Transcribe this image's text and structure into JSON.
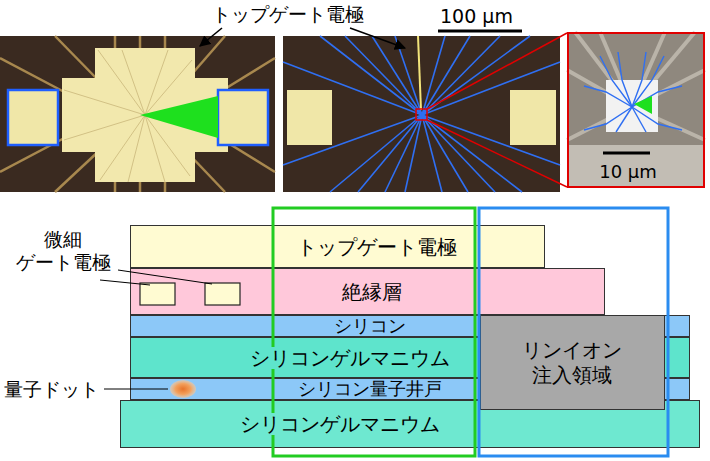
{
  "diagram": {
    "nodes": [
      {
        "text": [
          "10 μm"
        ]
      },
      {
        "text": [
          "トップゲート電極"
        ]
      },
      {
        "text": [
          "絶縁層"
        ]
      },
      {
        "text": [
          "シリコン"
        ]
      },
      {
        "text": [
          "シリコンゲルマニウム"
        ]
      },
      {
        "text": [
          "シリコン量子井戸"
        ]
      },
      {
        "text": [
          "シリコンゲルマニウム"
        ]
      },
      {
        "text": [
          "リンイオン 注入領域"
        ]
      }
    ],
    "labels": [
      "トップゲート電極",
      "100 μm",
      "微細 ゲート電極",
      "量子ドット"
    ]
  }
}
